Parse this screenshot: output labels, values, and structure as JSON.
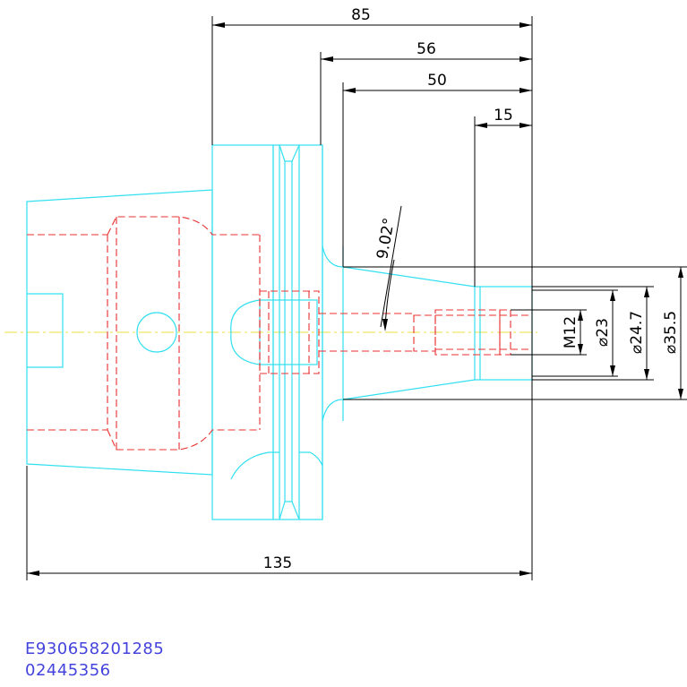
{
  "dimensions": {
    "d85": "85",
    "d56": "56",
    "d50": "50",
    "d15": "15",
    "d135": "135",
    "angle": "9.02°",
    "thread": "M12",
    "dia23": "⌀23",
    "dia24_7": "⌀24.7",
    "dia35_5": "⌀35.5"
  },
  "codes": {
    "line1": "E930658201285",
    "line2": "02445356"
  },
  "colors": {
    "outline": "#33e0f0",
    "hidden": "#e83030",
    "centerline": "#e8e040",
    "dimension": "#000000",
    "code_text": "#4444dd"
  }
}
